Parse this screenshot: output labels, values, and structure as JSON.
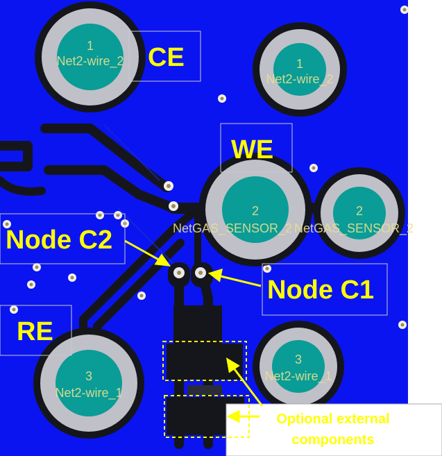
{
  "labels": {
    "ce": "CE",
    "we": "WE",
    "re": "RE",
    "node_c1": "Node C1",
    "node_c2": "Node C2",
    "optional_line1": "Optional external",
    "optional_line2": "components"
  },
  "pads": {
    "ce": {
      "number": "1",
      "net": "Net2-wire_2"
    },
    "top_right": {
      "number": "1",
      "net": "Net2-wire_2"
    },
    "we": {
      "number": "2",
      "net": "NetGAS_SENSOR_2"
    },
    "we_right": {
      "number": "2",
      "net": "NetGAS_SENSOR_2"
    },
    "re": {
      "number": "3",
      "net": "Net2-wire_1"
    },
    "bottom_right": {
      "number": "3",
      "net": "Net2-wire_1"
    }
  },
  "colors": {
    "board": "#0a14f0",
    "copper_outline": "#111318",
    "pad_ring": "#c0c0c8",
    "pad_center": "#0a9c96",
    "label": "#ffff00",
    "highlight_box": "#ffff00"
  }
}
